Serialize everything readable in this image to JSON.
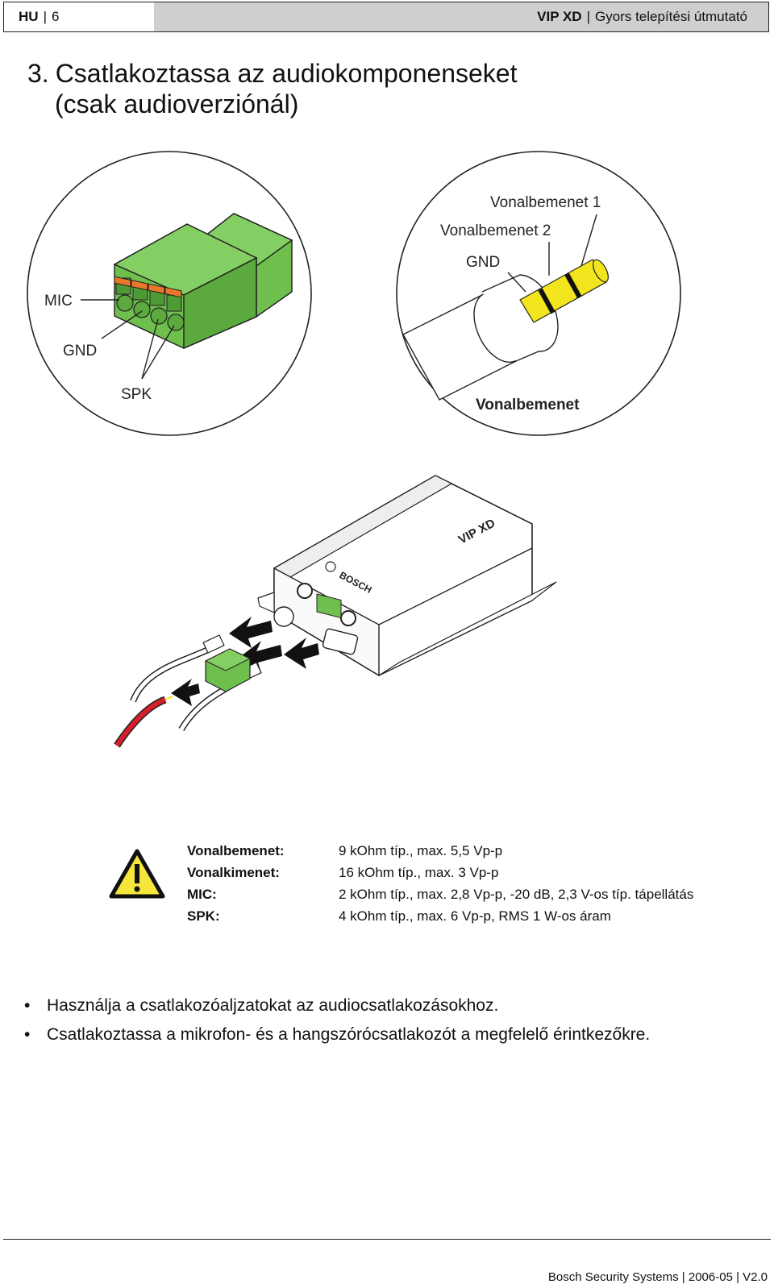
{
  "header": {
    "lang": "HU",
    "separator": "|",
    "page": "6",
    "product": "VIP XD",
    "doc_title": "Gyors telepítési útmutató"
  },
  "section": {
    "number": "3.",
    "title_line1": "Csatlakoztassa az audiokomponenseket",
    "title_line2": "(csak audioverziónál)"
  },
  "figure": {
    "left_circle_labels": {
      "mic": "MIC",
      "gnd": "GND",
      "spk": "SPK"
    },
    "right_circle_labels": {
      "line_in_1": "Vonalbemenet 1",
      "line_in_2": "Vonalbemenet 2",
      "gnd": "GND",
      "caption": "Vonalbemenet"
    },
    "device_model": "VIP XD",
    "device_brand": "BOSCH",
    "colors": {
      "terminal_green": "#6fbf4f",
      "terminal_orange": "#e8762b",
      "jack_yellow": "#f2e51e",
      "wire_red": "#d4202a"
    }
  },
  "specs": [
    {
      "key": "Vonalbemenet:",
      "value": "9 kOhm típ., max. 5,5 Vp-p"
    },
    {
      "key": "Vonalkimenet:",
      "value": "16 kOhm típ., max. 3 Vp-p"
    },
    {
      "key": "MIC:",
      "value": "2 kOhm típ., max. 2,8 Vp-p, -20 dB, 2,3 V-os típ. tápellátás"
    },
    {
      "key": "SPK:",
      "value": "4 kOhm típ., max. 6 Vp-p, RMS 1 W-os áram"
    }
  ],
  "bullets": [
    "Használja a csatlakozóaljzatokat az audiocsatlakozásokhoz.",
    "Csatlakoztassa a mikrofon- és a hangszórócsatlakozót a megfelelő érintkezőkre."
  ],
  "bullet_glyph": "•",
  "footer": "Bosch Security Systems | 2006-05 | V2.0"
}
